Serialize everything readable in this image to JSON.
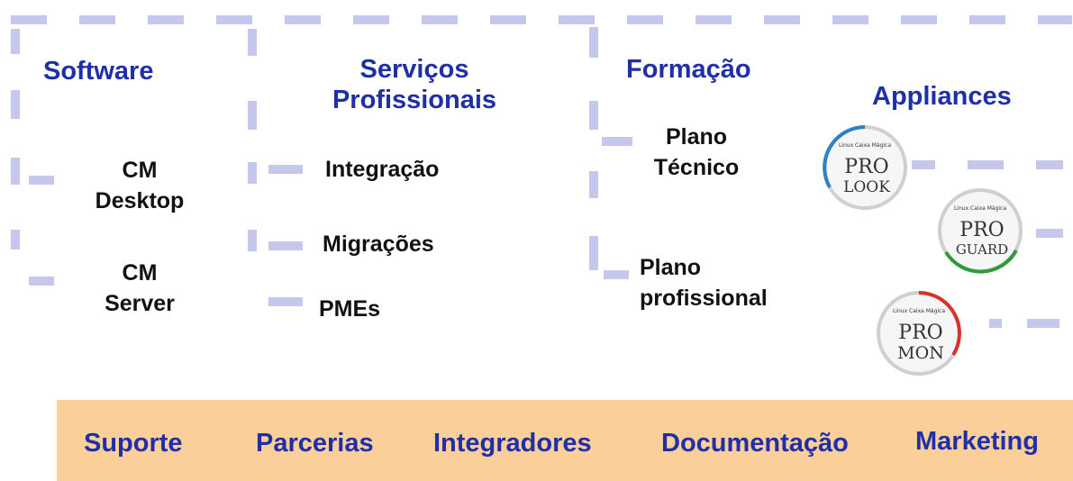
{
  "columns": {
    "software": {
      "heading": "Software",
      "items": [
        {
          "line1": "CM",
          "line2": "Desktop"
        },
        {
          "line1": "CM",
          "line2": "Server"
        }
      ]
    },
    "services": {
      "heading_line1": "Serviços",
      "heading_line2": "Profissionais",
      "items": [
        "Integração",
        "Migrações",
        "PMEs"
      ]
    },
    "training": {
      "heading": "Formação",
      "items": [
        {
          "line1": "Plano",
          "line2": "Técnico"
        },
        {
          "line1": "Plano",
          "line2": "profissional"
        }
      ]
    },
    "appliances": {
      "heading": "Appliances",
      "badges": [
        {
          "brand": "Linux Caixa Mágica",
          "word1": "PRO",
          "word2": "LOOK",
          "color": "#2f7fc1"
        },
        {
          "brand": "Linux Caixa Mágica",
          "word1": "PRO",
          "word2": "GUARD",
          "color": "#2e9a3a"
        },
        {
          "brand": "Linux Caixa Mágica",
          "word1": "PRO",
          "word2": "MON",
          "color": "#d8322e"
        }
      ]
    }
  },
  "footer": {
    "items": [
      "Suporte",
      "Parcerias",
      "Integradores",
      "Documentação",
      "Marketing"
    ],
    "background": "#fbcf99"
  },
  "colors": {
    "heading": "#1f2fa6",
    "dash": "#c5c7ec"
  }
}
